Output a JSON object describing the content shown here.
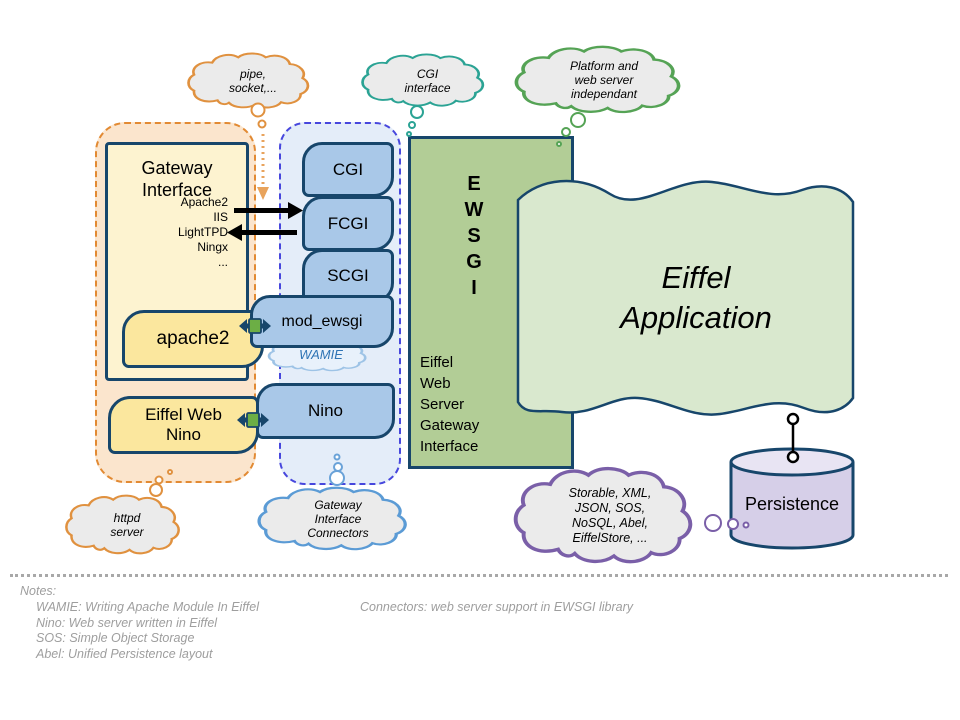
{
  "colors": {
    "border_navy": "#17466b",
    "cloud_fill": "#ebebeb",
    "cloud_orange": "#e0913f",
    "cloud_teal": "#2ba394",
    "cloud_green": "#55a355",
    "cloud_blue": "#5b9bd5",
    "cloud_purple": "#7a5fa8",
    "cloud_lightblue": "#9dc3e6",
    "wamie_fill": "#e8f1fb",
    "container_orange_border": "#e28a33",
    "container_blue_border": "#4747dd",
    "box_yellow": "#fdf3d0",
    "box_yellow_dark": "#fbe79e",
    "box_blue": "#a9c8e8",
    "panel_blue_fill": "#e4edf9",
    "panel_orange_fill": "#fbe5cd",
    "ewsgi_green": "#b2cd96",
    "app_green": "#d9e8ce",
    "persistence_purple": "#d6cfe8",
    "plug_green": "#6cae45",
    "wamie_text": "#2e74b5",
    "notes_gray": "#9e9e9e"
  },
  "clouds": {
    "pipe_socket": "pipe,\nsocket,...",
    "cgi_interface": "CGI\ninterface",
    "platform": "Platform and\nweb server\nindependant",
    "wamie": "WAMIE",
    "httpd": "httpd\nserver",
    "gateway_connectors": "Gateway\nInterface\nConnectors",
    "storage": "Storable, XML,\nJSON, SOS,\nNoSQL, Abel,\nEiffelStore, ..."
  },
  "gateway_panel": {
    "title": "Gateway\nInterface",
    "servers": [
      "Apache2",
      "IIS",
      "LightTPD",
      "Ningx",
      "..."
    ],
    "apache2": "apache2",
    "eiffel_web_nino": "Eiffel Web\nNino"
  },
  "connectors": {
    "items": [
      "CGI",
      "FCGI",
      "SCGI",
      "mod_ewsgi",
      "Nino"
    ]
  },
  "ewsgi": {
    "letters": [
      "E",
      "W",
      "S",
      "G",
      "I"
    ],
    "full_name": "Eiffel\nWeb\nServer\nGateway\nInterface"
  },
  "application": {
    "label": "Eiffel\nApplication"
  },
  "persistence": {
    "label": "Persistence"
  },
  "notes": {
    "title": "Notes:",
    "left": [
      "WAMIE: Writing Apache Module In Eiffel",
      "Nino: Web server written in Eiffel",
      "SOS: Simple Object Storage",
      "Abel: Unified Persistence layout"
    ],
    "right": "Connectors: web server support in EWSGI library"
  }
}
